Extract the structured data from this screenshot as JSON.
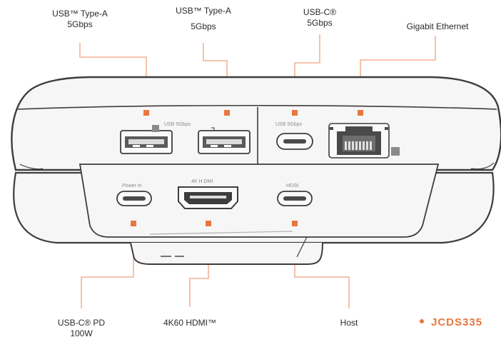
{
  "labels": {
    "usb_a_1": [
      "USB™ Type-A",
      "5Gbps"
    ],
    "usb_a_2_top": "USB™ Type-A",
    "usb_a_2_bottom": "5Gbps",
    "usb_c": [
      "USB-C®",
      "5Gbps"
    ],
    "ethernet": "Gigabit Ethernet",
    "usb_c_pd": [
      "USB-C® PD",
      "100W"
    ],
    "hdmi": "4K60 HDMI™",
    "host": "Host"
  },
  "device_labels": {
    "usb_top_left": "USB 5Gbps",
    "usb_top_right": "USB 5Gbps",
    "power_in": "Power In",
    "hdmi": "4K H DMI",
    "host": "HOSt"
  },
  "model": "JCDS335",
  "colors": {
    "accent": "#e8773f",
    "leader": "#f0a27d",
    "body": "#f6f6f6",
    "outline": "#3d3d3d",
    "gray_marker": "#8a8a8a"
  }
}
